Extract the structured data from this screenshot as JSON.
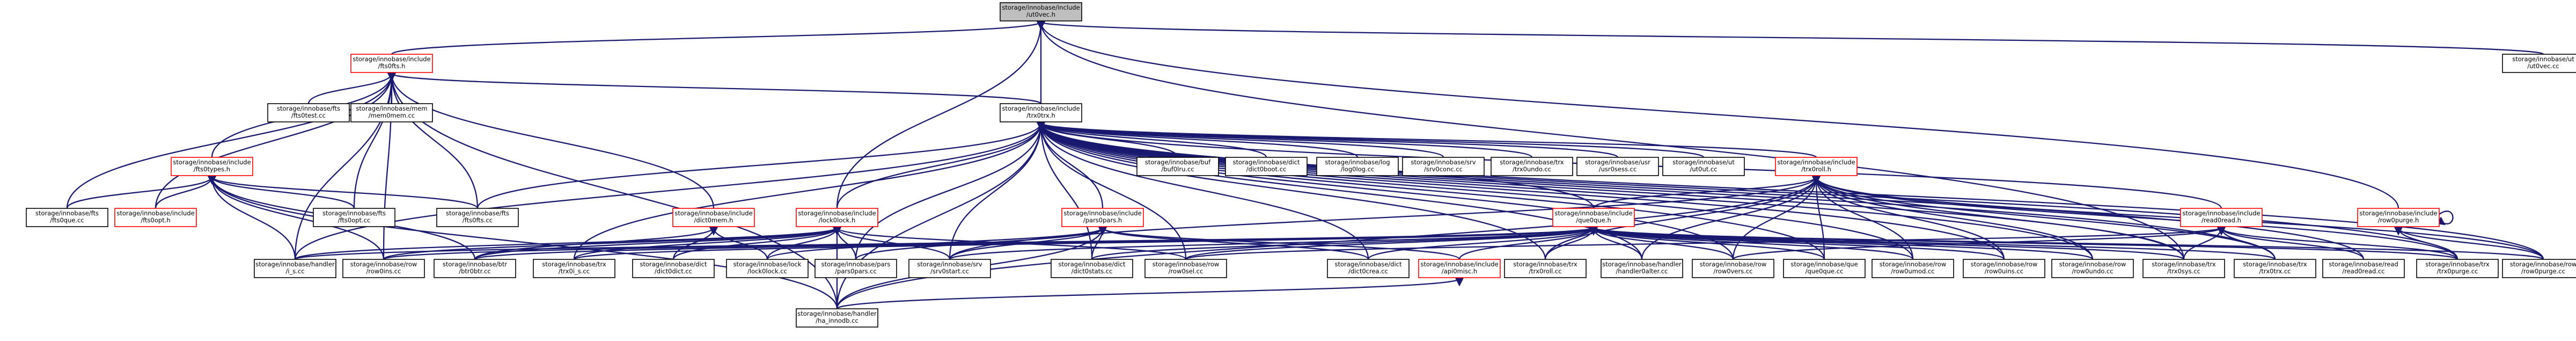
{
  "graph": {
    "root": "n_ut0vec_h",
    "edge_color": "#191970",
    "border_black": "#000000",
    "border_red": "#ff0000",
    "root_fill": "#bfbfbf",
    "nodes": [
      {
        "id": "n_ut0vec_h",
        "lines": [
          "storage/innobase/include",
          "/ut0vec.h"
        ],
        "style": "root"
      },
      {
        "id": "n_fts0fts_h",
        "lines": [
          "storage/innobase/include",
          "/fts0fts.h"
        ],
        "style": "red"
      },
      {
        "id": "n_trx0trx_h",
        "lines": [
          "storage/innobase/include",
          "/trx0trx.h"
        ],
        "style": "black"
      },
      {
        "id": "n_ut0vec_cc",
        "lines": [
          "storage/innobase/ut",
          "/ut0vec.cc"
        ],
        "style": "black"
      },
      {
        "id": "n_fts0test_cc",
        "lines": [
          "storage/innobase/fts",
          "/fts0test.cc"
        ],
        "style": "black"
      },
      {
        "id": "n_mem0mem_cc",
        "lines": [
          "storage/innobase/mem",
          "/mem0mem.cc"
        ],
        "style": "black"
      },
      {
        "id": "n_fts0types_h",
        "lines": [
          "storage/innobase/include",
          "/fts0types.h"
        ],
        "style": "red"
      },
      {
        "id": "n_fts0que_cc",
        "lines": [
          "storage/innobase/fts",
          "/fts0que.cc"
        ],
        "style": "black"
      },
      {
        "id": "n_fts0opt_h",
        "lines": [
          "storage/innobase/include",
          "/fts0opt.h"
        ],
        "style": "red"
      },
      {
        "id": "n_fts0opt_cc",
        "lines": [
          "storage/innobase/fts",
          "/fts0opt.cc"
        ],
        "style": "black"
      },
      {
        "id": "n_fts0fts_cc",
        "lines": [
          "storage/innobase/fts",
          "/fts0fts.cc"
        ],
        "style": "black"
      },
      {
        "id": "n_dict0mem_h",
        "lines": [
          "storage/innobase/include",
          "/dict0mem.h"
        ],
        "style": "red"
      },
      {
        "id": "n_lock0lock_h",
        "lines": [
          "storage/innobase/include",
          "/lock0lock.h"
        ],
        "style": "red"
      },
      {
        "id": "n_pars0pars_h",
        "lines": [
          "storage/innobase/include",
          "/pars0pars.h"
        ],
        "style": "red"
      },
      {
        "id": "n_buf0lru_cc",
        "lines": [
          "storage/innobase/buf",
          "/buf0lru.cc"
        ],
        "style": "black"
      },
      {
        "id": "n_dict0boot_cc",
        "lines": [
          "storage/innobase/dict",
          "/dict0boot.cc"
        ],
        "style": "black"
      },
      {
        "id": "n_log0log_cc",
        "lines": [
          "storage/innobase/log",
          "/log0log.cc"
        ],
        "style": "black"
      },
      {
        "id": "n_srv0conc_cc",
        "lines": [
          "storage/innobase/srv",
          "/srv0conc.cc"
        ],
        "style": "black"
      },
      {
        "id": "n_trx0undo_cc",
        "lines": [
          "storage/innobase/trx",
          "/trx0undo.cc"
        ],
        "style": "black"
      },
      {
        "id": "n_usr0sess_cc",
        "lines": [
          "storage/innobase/usr",
          "/usr0sess.cc"
        ],
        "style": "black"
      },
      {
        "id": "n_ut0ut_cc",
        "lines": [
          "storage/innobase/ut",
          "/ut0ut.cc"
        ],
        "style": "black"
      },
      {
        "id": "n_trx0roll_h",
        "lines": [
          "storage/innobase/include",
          "/trx0roll.h"
        ],
        "style": "red"
      },
      {
        "id": "n_que0que_h",
        "lines": [
          "storage/innobase/include",
          "/que0que.h"
        ],
        "style": "red"
      },
      {
        "id": "n_read0read_h",
        "lines": [
          "storage/innobase/include",
          "/read0read.h"
        ],
        "style": "red"
      },
      {
        "id": "n_row0purge_h",
        "lines": [
          "storage/innobase/include",
          "/row0purge.h"
        ],
        "style": "red"
      },
      {
        "id": "n_api0misc_h",
        "lines": [
          "storage/innobase/include",
          "/api0misc.h"
        ],
        "style": "red"
      },
      {
        "id": "n_handler_i_s_cc",
        "lines": [
          "storage/innobase/handler",
          "/i_s.cc"
        ],
        "style": "black"
      },
      {
        "id": "n_row0ins_cc",
        "lines": [
          "storage/innobase/row",
          "/row0ins.cc"
        ],
        "style": "black"
      },
      {
        "id": "n_btr0btr_cc",
        "lines": [
          "storage/innobase/btr",
          "/btr0btr.cc"
        ],
        "style": "black"
      },
      {
        "id": "n_trx0i_s_cc",
        "lines": [
          "storage/innobase/trx",
          "/trx0i_s.cc"
        ],
        "style": "black"
      },
      {
        "id": "n_dict0dict_cc",
        "lines": [
          "storage/innobase/dict",
          "/dict0dict.cc"
        ],
        "style": "black"
      },
      {
        "id": "n_lock0lock_cc",
        "lines": [
          "storage/innobase/lock",
          "/lock0lock.cc"
        ],
        "style": "black"
      },
      {
        "id": "n_pars0pars_cc",
        "lines": [
          "storage/innobase/pars",
          "/pars0pars.cc"
        ],
        "style": "black"
      },
      {
        "id": "n_srv0start_cc",
        "lines": [
          "storage/innobase/srv",
          "/srv0start.cc"
        ],
        "style": "black"
      },
      {
        "id": "n_dict0stats_cc",
        "lines": [
          "storage/innobase/dict",
          "/dict0stats.cc"
        ],
        "style": "black"
      },
      {
        "id": "n_row0sel_cc",
        "lines": [
          "storage/innobase/row",
          "/row0sel.cc"
        ],
        "style": "black"
      },
      {
        "id": "n_dict0crea_cc",
        "lines": [
          "storage/innobase/dict",
          "/dict0crea.cc"
        ],
        "style": "black"
      },
      {
        "id": "n_trx0roll_cc",
        "lines": [
          "storage/innobase/trx",
          "/trx0roll.cc"
        ],
        "style": "black"
      },
      {
        "id": "n_handler0alter_cc",
        "lines": [
          "storage/innobase/handler",
          "/handler0alter.cc"
        ],
        "style": "black"
      },
      {
        "id": "n_row0vers_cc",
        "lines": [
          "storage/innobase/row",
          "/row0vers.cc"
        ],
        "style": "black"
      },
      {
        "id": "n_que0que_cc",
        "lines": [
          "storage/innobase/que",
          "/que0que.cc"
        ],
        "style": "black"
      },
      {
        "id": "n_row0umod_cc",
        "lines": [
          "storage/innobase/row",
          "/row0umod.cc"
        ],
        "style": "black"
      },
      {
        "id": "n_row0uins_cc",
        "lines": [
          "storage/innobase/row",
          "/row0uins.cc"
        ],
        "style": "black"
      },
      {
        "id": "n_row0undo_cc",
        "lines": [
          "storage/innobase/row",
          "/row0undo.cc"
        ],
        "style": "black"
      },
      {
        "id": "n_trx0sys_cc",
        "lines": [
          "storage/innobase/trx",
          "/trx0sys.cc"
        ],
        "style": "black"
      },
      {
        "id": "n_trx0trx_cc",
        "lines": [
          "storage/innobase/trx",
          "/trx0trx.cc"
        ],
        "style": "black"
      },
      {
        "id": "n_read0read_cc",
        "lines": [
          "storage/innobase/read",
          "/read0read.cc"
        ],
        "style": "black"
      },
      {
        "id": "n_trx0purge_cc",
        "lines": [
          "storage/innobase/trx",
          "/trx0purge.cc"
        ],
        "style": "black"
      },
      {
        "id": "n_row0purge_cc",
        "lines": [
          "storage/innobase/row",
          "/row0purge.cc"
        ],
        "style": "black"
      },
      {
        "id": "n_ha_innodb_cc",
        "lines": [
          "storage/innobase/handler",
          "/ha_innodb.cc"
        ],
        "style": "black"
      }
    ],
    "edges": [
      [
        "n_fts0fts_h",
        "n_ut0vec_h"
      ],
      [
        "n_trx0trx_h",
        "n_ut0vec_h"
      ],
      [
        "n_ut0vec_cc",
        "n_ut0vec_h"
      ],
      [
        "n_lock0lock_h",
        "n_ut0vec_h"
      ],
      [
        "n_row0purge_h",
        "n_ut0vec_h"
      ],
      [
        "n_trx0sys_cc",
        "n_ut0vec_h"
      ],
      [
        "n_fts0test_cc",
        "n_fts0fts_h"
      ],
      [
        "n_mem0mem_cc",
        "n_fts0fts_h"
      ],
      [
        "n_fts0types_h",
        "n_fts0fts_h"
      ],
      [
        "n_fts0que_cc",
        "n_fts0fts_h"
      ],
      [
        "n_fts0opt_h",
        "n_fts0fts_h"
      ],
      [
        "n_fts0opt_cc",
        "n_fts0fts_h"
      ],
      [
        "n_fts0fts_cc",
        "n_fts0fts_h"
      ],
      [
        "n_dict0mem_h",
        "n_fts0fts_h"
      ],
      [
        "n_handler_i_s_cc",
        "n_fts0fts_h"
      ],
      [
        "n_row0ins_cc",
        "n_fts0fts_h"
      ],
      [
        "n_ha_innodb_cc",
        "n_fts0fts_h"
      ],
      [
        "n_trx0trx_h",
        "n_fts0fts_h"
      ],
      [
        "n_fts0que_cc",
        "n_fts0types_h"
      ],
      [
        "n_fts0opt_h",
        "n_fts0types_h"
      ],
      [
        "n_fts0opt_cc",
        "n_fts0types_h"
      ],
      [
        "n_fts0fts_cc",
        "n_fts0types_h"
      ],
      [
        "n_handler_i_s_cc",
        "n_fts0types_h"
      ],
      [
        "n_row0ins_cc",
        "n_fts0types_h"
      ],
      [
        "n_btr0btr_cc",
        "n_fts0types_h"
      ],
      [
        "n_ha_innodb_cc",
        "n_fts0types_h"
      ],
      [
        "n_dict0dict_cc",
        "n_dict0mem_h"
      ],
      [
        "n_lock0lock_cc",
        "n_dict0mem_h"
      ],
      [
        "n_btr0btr_cc",
        "n_dict0mem_h"
      ],
      [
        "n_buf0lru_cc",
        "n_trx0trx_h"
      ],
      [
        "n_dict0boot_cc",
        "n_trx0trx_h"
      ],
      [
        "n_log0log_cc",
        "n_trx0trx_h"
      ],
      [
        "n_srv0conc_cc",
        "n_trx0trx_h"
      ],
      [
        "n_trx0undo_cc",
        "n_trx0trx_h"
      ],
      [
        "n_usr0sess_cc",
        "n_trx0trx_h"
      ],
      [
        "n_ut0ut_cc",
        "n_trx0trx_h"
      ],
      [
        "n_trx0roll_h",
        "n_trx0trx_h"
      ],
      [
        "n_que0que_h",
        "n_trx0trx_h"
      ],
      [
        "n_read0read_h",
        "n_trx0trx_h"
      ],
      [
        "n_pars0pars_h",
        "n_trx0trx_h"
      ],
      [
        "n_lock0lock_h",
        "n_trx0trx_h"
      ],
      [
        "n_fts0fts_cc",
        "n_trx0trx_h"
      ],
      [
        "n_handler_i_s_cc",
        "n_trx0trx_h"
      ],
      [
        "n_trx0i_s_cc",
        "n_trx0trx_h"
      ],
      [
        "n_dict0stats_cc",
        "n_trx0trx_h"
      ],
      [
        "n_row0sel_cc",
        "n_trx0trx_h"
      ],
      [
        "n_dict0crea_cc",
        "n_trx0trx_h"
      ],
      [
        "n_trx0roll_cc",
        "n_trx0trx_h"
      ],
      [
        "n_handler0alter_cc",
        "n_trx0trx_h"
      ],
      [
        "n_row0vers_cc",
        "n_trx0trx_h"
      ],
      [
        "n_que0que_cc",
        "n_trx0trx_h"
      ],
      [
        "n_row0umod_cc",
        "n_trx0trx_h"
      ],
      [
        "n_row0uins_cc",
        "n_trx0trx_h"
      ],
      [
        "n_row0undo_cc",
        "n_trx0trx_h"
      ],
      [
        "n_trx0sys_cc",
        "n_trx0trx_h"
      ],
      [
        "n_trx0trx_cc",
        "n_trx0trx_h"
      ],
      [
        "n_read0read_cc",
        "n_trx0trx_h"
      ],
      [
        "n_trx0purge_cc",
        "n_trx0trx_h"
      ],
      [
        "n_row0purge_cc",
        "n_trx0trx_h"
      ],
      [
        "n_ha_innodb_cc",
        "n_trx0trx_h"
      ],
      [
        "n_pars0pars_cc",
        "n_trx0trx_h"
      ],
      [
        "n_srv0start_cc",
        "n_trx0trx_h"
      ],
      [
        "n_handler_i_s_cc",
        "n_lock0lock_h"
      ],
      [
        "n_row0ins_cc",
        "n_lock0lock_h"
      ],
      [
        "n_btr0btr_cc",
        "n_lock0lock_h"
      ],
      [
        "n_trx0i_s_cc",
        "n_lock0lock_h"
      ],
      [
        "n_dict0dict_cc",
        "n_lock0lock_h"
      ],
      [
        "n_lock0lock_cc",
        "n_lock0lock_h"
      ],
      [
        "n_pars0pars_cc",
        "n_lock0lock_h"
      ],
      [
        "n_srv0start_cc",
        "n_lock0lock_h"
      ],
      [
        "n_row0sel_cc",
        "n_lock0lock_h"
      ],
      [
        "n_ha_innodb_cc",
        "n_lock0lock_h"
      ],
      [
        "n_pars0pars_cc",
        "n_pars0pars_h"
      ],
      [
        "n_srv0start_cc",
        "n_pars0pars_h"
      ],
      [
        "n_dict0stats_cc",
        "n_pars0pars_h"
      ],
      [
        "n_dict0crea_cc",
        "n_pars0pars_h"
      ],
      [
        "n_lock0lock_cc",
        "n_pars0pars_h"
      ],
      [
        "n_ha_innodb_cc",
        "n_pars0pars_h"
      ],
      [
        "n_api0misc_h",
        "n_pars0pars_h"
      ],
      [
        "n_trx0roll_cc",
        "n_trx0roll_h"
      ],
      [
        "n_row0umod_cc",
        "n_trx0roll_h"
      ],
      [
        "n_row0uins_cc",
        "n_trx0roll_h"
      ],
      [
        "n_row0undo_cc",
        "n_trx0roll_h"
      ],
      [
        "n_trx0trx_cc",
        "n_trx0roll_h"
      ],
      [
        "n_que0que_cc",
        "n_trx0roll_h"
      ],
      [
        "n_ha_innodb_cc",
        "n_trx0roll_h"
      ],
      [
        "n_que0que_h",
        "n_trx0roll_h"
      ],
      [
        "n_handler0alter_cc",
        "n_trx0roll_h"
      ],
      [
        "n_trx0purge_cc",
        "n_trx0roll_h"
      ],
      [
        "n_row0purge_cc",
        "n_trx0roll_h"
      ],
      [
        "n_row0vers_cc",
        "n_trx0roll_h"
      ],
      [
        "n_trx0sys_cc",
        "n_trx0roll_h"
      ],
      [
        "n_srv0start_cc",
        "n_trx0roll_h"
      ],
      [
        "n_api0misc_h",
        "n_que0que_h"
      ],
      [
        "n_handler0alter_cc",
        "n_que0que_h"
      ],
      [
        "n_row0vers_cc",
        "n_que0que_h"
      ],
      [
        "n_que0que_cc",
        "n_que0que_h"
      ],
      [
        "n_row0umod_cc",
        "n_que0que_h"
      ],
      [
        "n_row0uins_cc",
        "n_que0que_h"
      ],
      [
        "n_row0undo_cc",
        "n_que0que_h"
      ],
      [
        "n_trx0sys_cc",
        "n_que0que_h"
      ],
      [
        "n_trx0trx_cc",
        "n_que0que_h"
      ],
      [
        "n_trx0purge_cc",
        "n_que0que_h"
      ],
      [
        "n_row0purge_cc",
        "n_que0que_h"
      ],
      [
        "n_dict0stats_cc",
        "n_que0que_h"
      ],
      [
        "n_row0sel_cc",
        "n_que0que_h"
      ],
      [
        "n_dict0crea_cc",
        "n_que0que_h"
      ],
      [
        "n_trx0roll_cc",
        "n_que0que_h"
      ],
      [
        "n_handler_i_s_cc",
        "n_que0que_h"
      ],
      [
        "n_row0ins_cc",
        "n_que0que_h"
      ],
      [
        "n_btr0btr_cc",
        "n_que0que_h"
      ],
      [
        "n_trx0i_s_cc",
        "n_que0que_h"
      ],
      [
        "n_srv0start_cc",
        "n_que0que_h"
      ],
      [
        "n_trx0sys_cc",
        "n_read0read_h"
      ],
      [
        "n_trx0trx_cc",
        "n_read0read_h"
      ],
      [
        "n_read0read_cc",
        "n_read0read_h"
      ],
      [
        "n_trx0purge_cc",
        "n_read0read_h"
      ],
      [
        "n_row0sel_cc",
        "n_read0read_h"
      ],
      [
        "n_row0vers_cc",
        "n_read0read_h"
      ],
      [
        "n_row0purge_h",
        "n_row0purge_h"
      ],
      [
        "n_trx0purge_cc",
        "n_row0purge_h"
      ],
      [
        "n_row0purge_cc",
        "n_row0purge_h"
      ],
      [
        "n_ha_innodb_cc",
        "n_api0misc_h"
      ]
    ]
  }
}
